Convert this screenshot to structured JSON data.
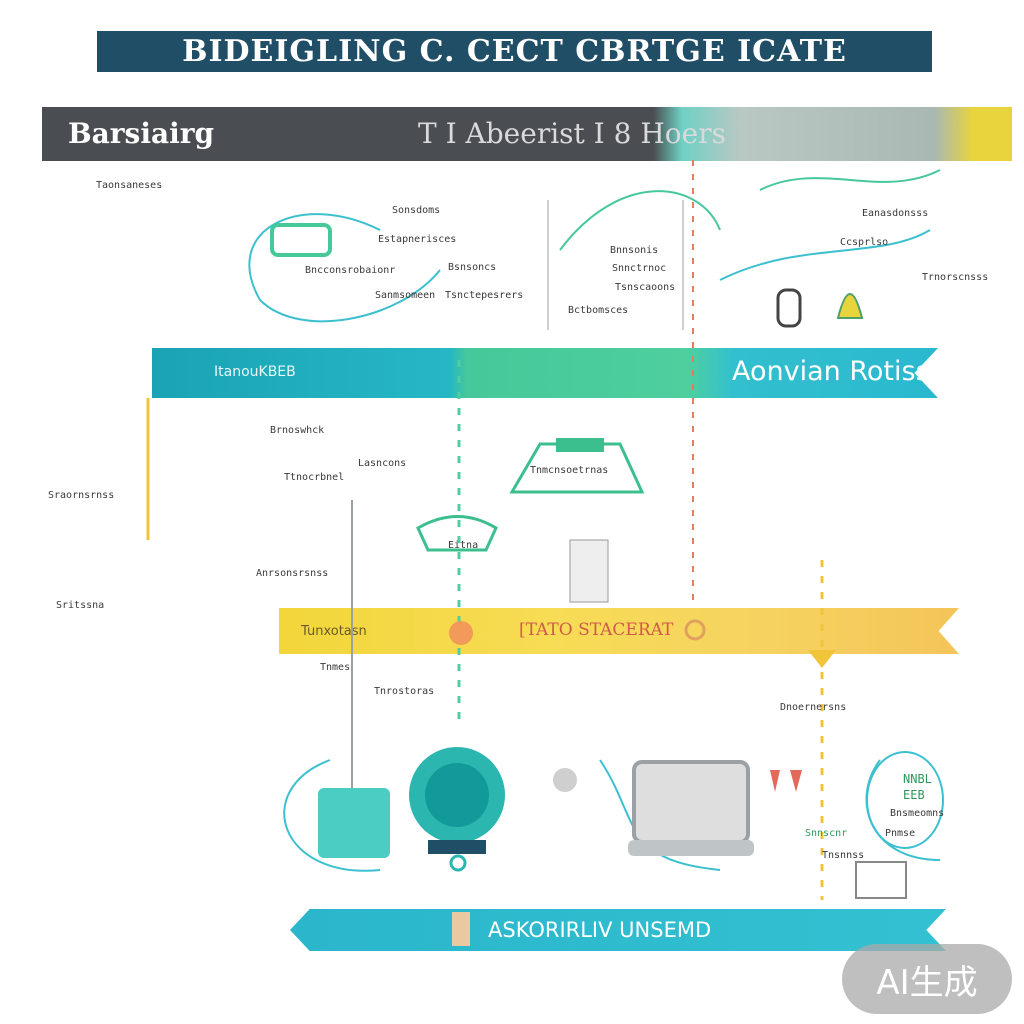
{
  "title": "BIDEIGLING C. CECT CBRTGE ICATE",
  "bands": {
    "top_left": "Barsiairg",
    "top_mid": "T I Abeerist I 8 Hoers",
    "second_left": "ItanouKBEB",
    "second_right": "Aonvian Rotiss",
    "third_left": "Tunxotasn",
    "third_mid": "[TATO STACERAT",
    "bottom": "ASKORIRLIV UNSEMD"
  },
  "scribbles": {
    "s1": "Taonsaneses",
    "s2": "Sonsdoms",
    "s3": "Estapnerisces",
    "s4": "Bncconsrobaionr",
    "s5": "Bsnsoncs",
    "s6": "Tsnctepesrers",
    "s7": "Sanmsomeen",
    "s8": "Bnnsonis",
    "s9": "Snnctrnoc",
    "s10": "Tsnscaoons",
    "s11": "Bctbomsces",
    "s12": "Eanasdonsss",
    "s13": "Ccsprlso",
    "s14": "Trnorscnsss",
    "s15": "Brnoswhck",
    "s16": "Lasncons",
    "s17": "Ttnocrbnel",
    "s18": "Sraornsrnss",
    "s19": "Tnmcnsoetrnas",
    "s20": "Eitna",
    "s21": "Anrsonsrsnss",
    "s22": "Sritssna",
    "s23": "Tnmes",
    "s24": "NNBL",
    "s25": "EEB",
    "s26": "Tnrostoras",
    "s27": "Dnoernersns",
    "s28": "Snnscnr",
    "s29": "Tnsnnss",
    "s30": "Pnmse",
    "s31": "Bnsmeomns"
  },
  "badge": "AI生成",
  "colors": {
    "title_bg": "#1f4e66",
    "teal": "#2bb6cb",
    "green": "#4fcf9e",
    "yellow": "#f2d63a",
    "dark": "#4a4d52"
  }
}
